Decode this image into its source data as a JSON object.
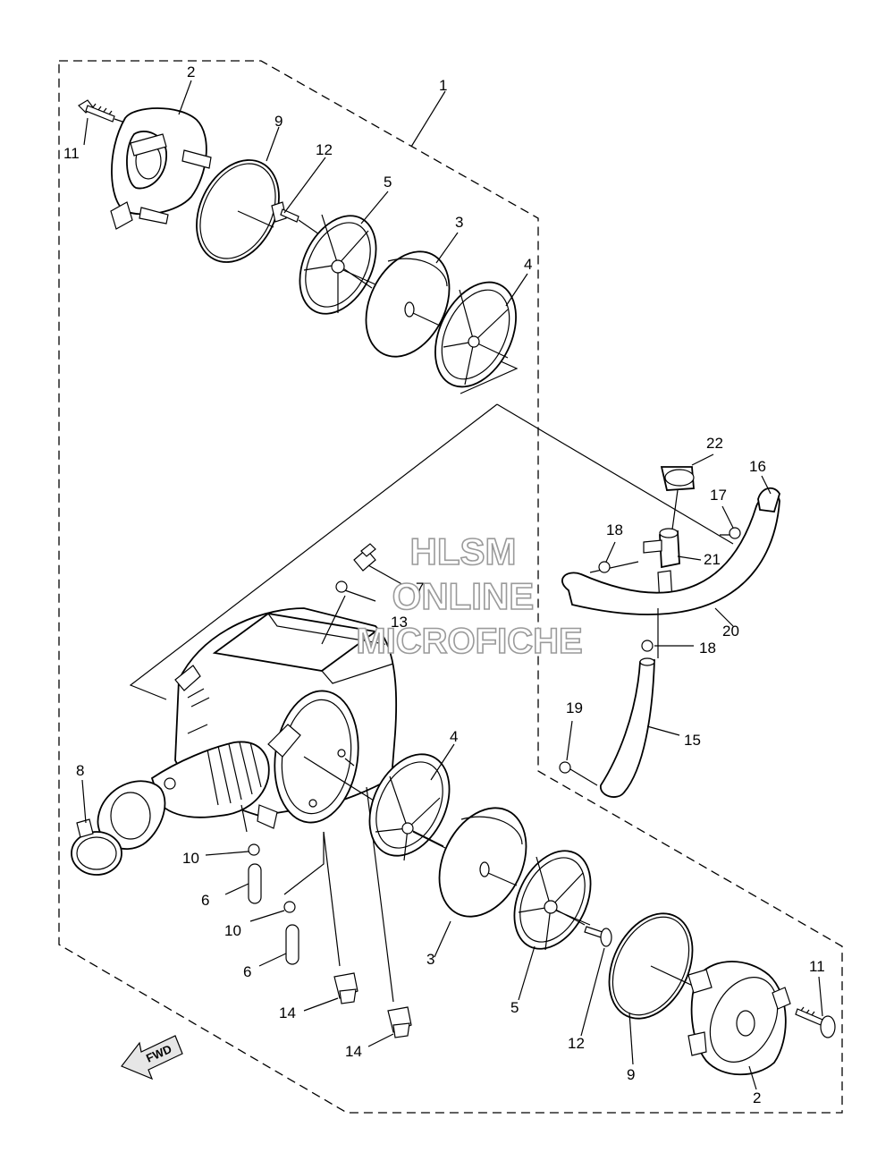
{
  "labels": {
    "p1": "1",
    "p2_top": "2",
    "p2_bottom": "2",
    "p3_top": "3",
    "p3_bottom": "3",
    "p4_top": "4",
    "p4_bottom": "4",
    "p5_top": "5",
    "p5_bottom": "5",
    "p6_upper": "6",
    "p6_lower": "6",
    "p7": "7",
    "p8": "8",
    "p9_top": "9",
    "p9_bottom": "9",
    "p10_upper": "10",
    "p10_lower": "10",
    "p11_top": "11",
    "p11_bottom": "11",
    "p12_top": "12",
    "p12_bottom": "12",
    "p13": "13",
    "p14_left": "14",
    "p14_right": "14",
    "p15": "15",
    "p16": "16",
    "p17": "17",
    "p18_upper": "18",
    "p18_lower": "18",
    "p19": "19",
    "p20": "20",
    "p21": "21",
    "p22": "22"
  },
  "watermark": {
    "line1": "HLSM",
    "line2": "ONLINE",
    "line3": "MICROFICHE"
  },
  "fwd_arrow": "FWD"
}
